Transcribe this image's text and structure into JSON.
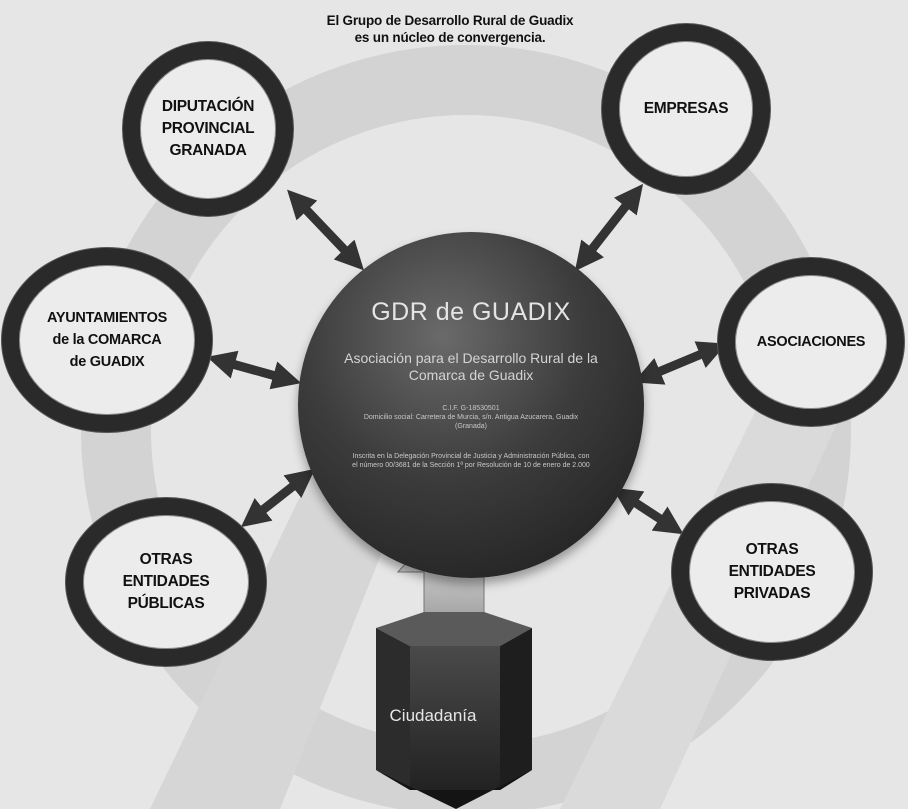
{
  "caption": {
    "line1": "El Grupo de Desarrollo Rural de Guadix",
    "line2": "es un núcleo de convergencia."
  },
  "center": {
    "title": "GDR de GUADIX",
    "subtitle": "Asociación para el Desarrollo Rural de la Comarca de Guadix",
    "cif": "C.I.F. G-18530501",
    "address": "Domicilio social: Carretera de Murcia, s/n. Antigua Azucarera, Guadix (Granada)",
    "inscription": "Inscrita en la Delegación Provincial de Justicia y Administración Pública, con el número 00/3681 de la Sección 1ª por Resolución de 10 de enero de 2.000"
  },
  "nodes": {
    "diputacion": "DIPUTACIÓN\nPROVINCIAL\nGRANADA",
    "empresas": "EMPRESAS",
    "ayuntamientos": "AYUNTAMIENTOS\nde la COMARCA\nde GUADIX",
    "asociaciones": "ASOCIACIONES",
    "otras_publicas": "OTRAS\nENTIDADES\nPÚBLICAS",
    "otras_privadas": "OTRAS\nENTIDADES\nPRIVADAS"
  },
  "box_label": "Ciudadanía",
  "colors": {
    "ring": "#2a2a2a",
    "center": "#3c3c3c",
    "background": "#e6e6e6",
    "arrow": "#333333",
    "watermark": "#d2d2d2"
  }
}
